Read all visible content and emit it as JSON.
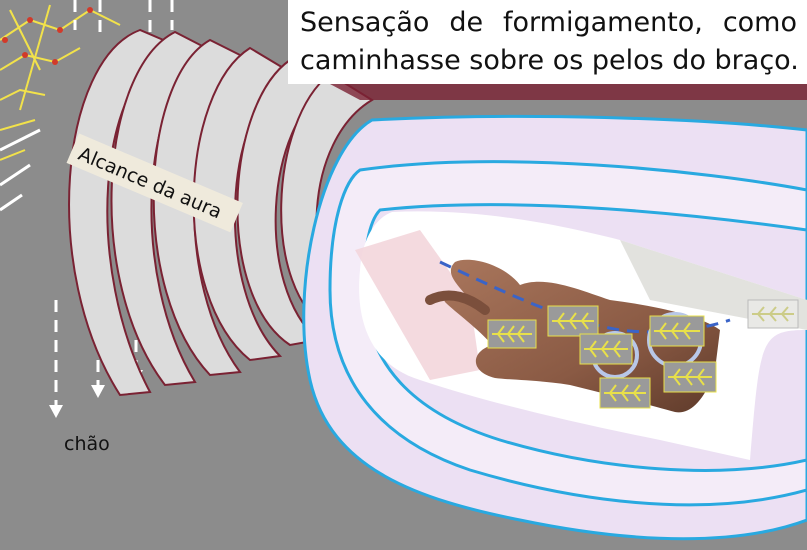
{
  "caption": {
    "line1_words": [
      "Sensação",
      "de",
      "formigamento,",
      "como"
    ],
    "line2": "caminhasse sobre os pelos do braço."
  },
  "aura_label": "Alcance da aura",
  "ground_label": "chão",
  "colors": {
    "background": "#8c8c8c",
    "aura_ring_fill": "#dcdcdc",
    "aura_ring_stroke": "#7a2233",
    "sleeve_fill": "#ece0f3",
    "sleeve_outline": "#29a9e0",
    "skin": "#8a5a44",
    "hair_marker": "#e8e04a",
    "gravity_arrows": "#ffffff"
  }
}
